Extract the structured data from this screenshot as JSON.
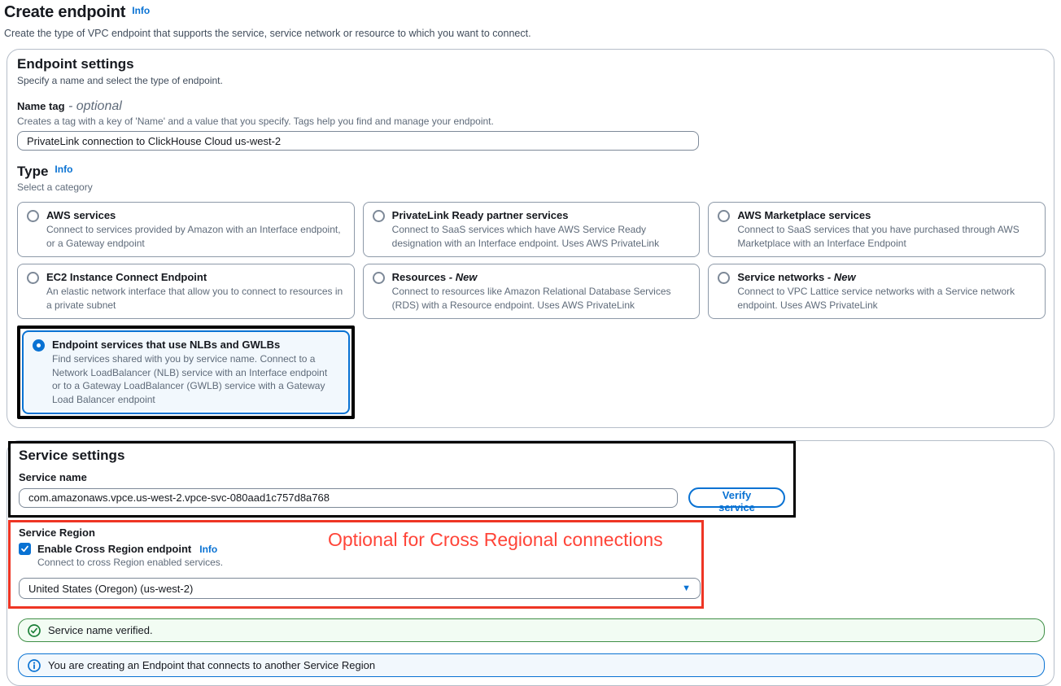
{
  "page": {
    "title": "Create endpoint",
    "title_info": "Info",
    "subtitle": "Create the type of VPC endpoint that supports the service, service network or resource to which you want to connect."
  },
  "endpoint_settings": {
    "title": "Endpoint settings",
    "description": "Specify a name and select the type of endpoint.",
    "name_tag": {
      "label": "Name tag",
      "optional": " - optional",
      "description": "Creates a tag with a key of 'Name' and a value that you specify. Tags help you find and manage your endpoint.",
      "value": "PrivateLink connection to ClickHouse Cloud us-west-2"
    },
    "type": {
      "label": "Type",
      "info": "Info",
      "description": "Select a category",
      "options": [
        {
          "title": "AWS services",
          "suffix": "",
          "description": "Connect to services provided by Amazon with an Interface endpoint, or a Gateway endpoint",
          "selected": false
        },
        {
          "title": "PrivateLink Ready partner services",
          "suffix": "",
          "description": "Connect to SaaS services which have AWS Service Ready designation with an Interface endpoint. Uses AWS PrivateLink",
          "selected": false
        },
        {
          "title": "AWS Marketplace services",
          "suffix": "",
          "description": "Connect to SaaS services that you have purchased through AWS Marketplace with an Interface Endpoint",
          "selected": false
        },
        {
          "title": "EC2 Instance Connect Endpoint",
          "suffix": "",
          "description": "An elastic network interface that allow you to connect to resources in a private subnet",
          "selected": false
        },
        {
          "title": "Resources",
          "suffix": " - New",
          "description": "Connect to resources like Amazon Relational Database Services (RDS) with a Resource endpoint. Uses AWS PrivateLink",
          "selected": false
        },
        {
          "title": "Service networks",
          "suffix": " - New",
          "description": "Connect to VPC Lattice service networks with a Service network endpoint. Uses AWS PrivateLink",
          "selected": false
        },
        {
          "title": "Endpoint services that use NLBs and GWLBs",
          "suffix": "",
          "description": "Find services shared with you by service name. Connect to a Network LoadBalancer (NLB) service with an Interface endpoint or to a Gateway LoadBalancer (GWLB) service with a Gateway Load Balancer endpoint",
          "selected": true
        }
      ]
    }
  },
  "service_settings": {
    "title": "Service settings",
    "service_name": {
      "label": "Service name",
      "value": "com.amazonaws.vpce.us-west-2.vpce-svc-080aad1c757d8a768",
      "verify_button": "Verify service"
    },
    "service_region": {
      "label": "Service Region",
      "checkbox_label": "Enable Cross Region endpoint",
      "checkbox_info": "Info",
      "checkbox_checked": true,
      "checkbox_description": "Connect to cross Region enabled services.",
      "region_value": "United States (Oregon) (us-west-2)"
    },
    "annotation_note": "Optional for Cross Regional connections",
    "alerts": {
      "success": "Service name verified.",
      "info": "You are creating an Endpoint that connects to another Service Region"
    }
  },
  "colors": {
    "link_blue": "#0972d3",
    "selected_card_bg": "#f2f8fd",
    "success_green": "#1a7f37",
    "success_bg": "#f2fcf3",
    "info_blue": "#0972d3",
    "info_bg": "#f2f8fd",
    "annotation_black": "#000000",
    "annotation_red": "#ee3524",
    "annotation_text_red": "#ff4438"
  }
}
